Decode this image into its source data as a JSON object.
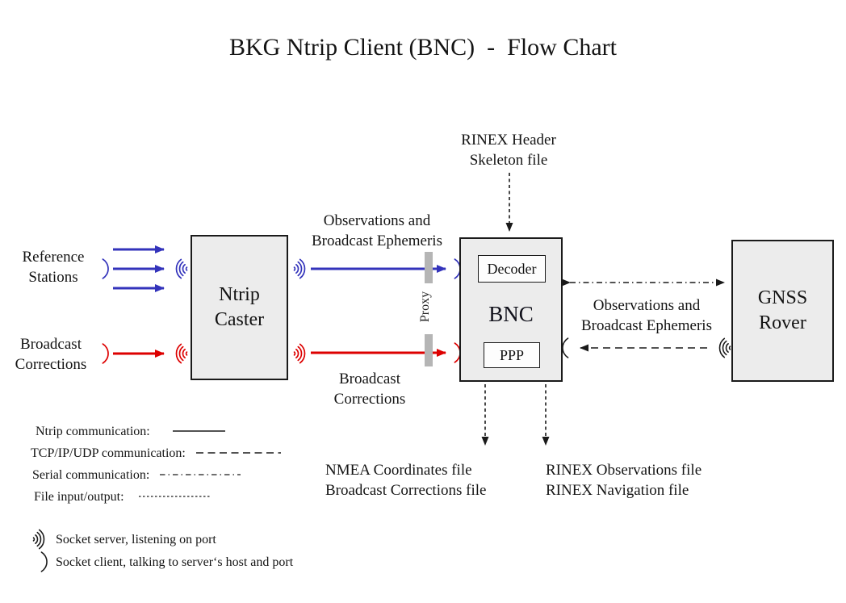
{
  "title": "BKG Ntrip Client (BNC)  -  Flow Chart",
  "colors": {
    "ntrip_blue": "#3333bb",
    "corrections_red": "#dd0000",
    "line_black": "#1a1a1a",
    "box_fill": "#ececec",
    "proxy_gray": "#b5b5b5"
  },
  "nodes": {
    "reference_stations": {
      "line1": "Reference",
      "line2": "Stations"
    },
    "broadcast_corrections_source": {
      "line1": "Broadcast",
      "line2": "Corrections"
    },
    "ntrip_caster": {
      "line1": "Ntrip",
      "line2": "Caster"
    },
    "bnc": {
      "label": "BNC",
      "decoder": "Decoder",
      "ppp": "PPP"
    },
    "proxy": {
      "label": "Proxy"
    },
    "gnss_rover": {
      "line1": "GNSS",
      "line2": "Rover"
    }
  },
  "flow_labels": {
    "obs_ephemeris_top": {
      "line1": "Observations and",
      "line2": "Broadcast Ephemeris"
    },
    "broadcast_corrections_mid": {
      "line1": "Broadcast",
      "line2": "Corrections"
    },
    "rinex_header": {
      "line1": "RINEX Header",
      "line2": "Skeleton file"
    },
    "obs_ephemeris_right": {
      "line1": "Observations and",
      "line2": "Broadcast Ephemeris"
    },
    "nmea_output": {
      "line1": "NMEA Coordinates file",
      "line2": "Broadcast Corrections file"
    },
    "rinex_output": {
      "line1": "RINEX Observations file",
      "line2": "RINEX Navigation file"
    }
  },
  "legend": {
    "items": [
      {
        "label": "Ntrip communication:",
        "style": "solid"
      },
      {
        "label": "TCP/IP/UDP communication:",
        "style": "dashed"
      },
      {
        "label": "Serial communication:",
        "style": "dashdot"
      },
      {
        "label": "File input/output:",
        "style": "dotted"
      }
    ],
    "sockets": [
      {
        "icon": "socket-server-icon",
        "label": "Socket server, listening on port"
      },
      {
        "icon": "socket-client-icon",
        "label": "Socket client, talking to server‘s host and port"
      }
    ]
  }
}
